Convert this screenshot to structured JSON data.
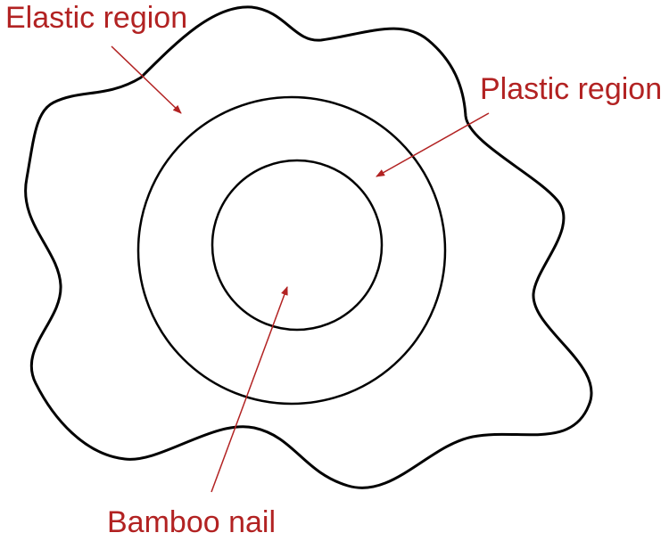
{
  "labels": {
    "elastic": "Elastic region",
    "plastic": "Plastic region",
    "nail": "Bamboo nail"
  },
  "colors": {
    "label": "#b22222",
    "outline": "#000000",
    "background": "#ffffff"
  }
}
